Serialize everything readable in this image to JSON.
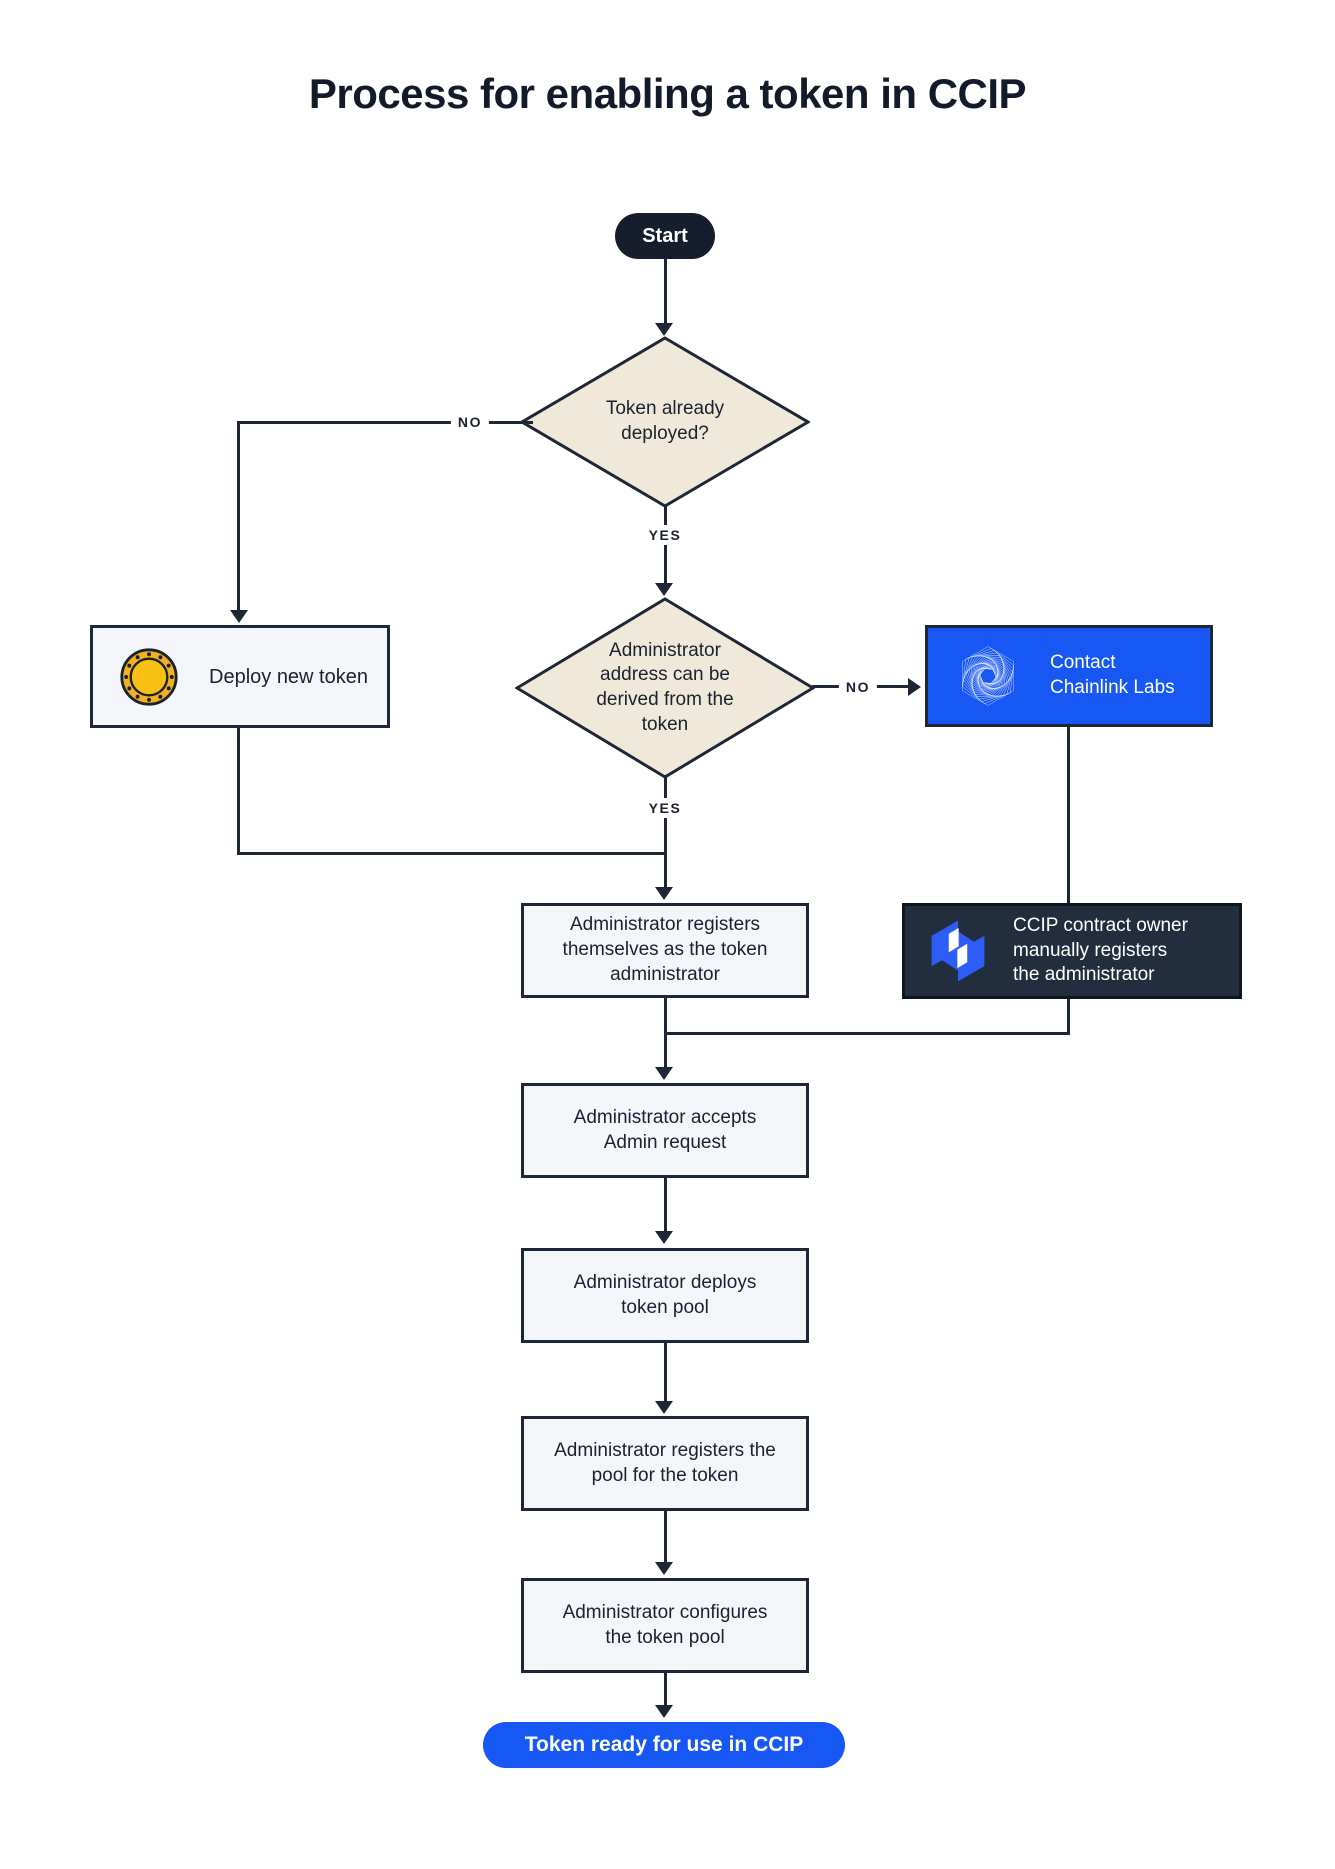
{
  "title": "Process for enabling a token in CCIP",
  "nodes": {
    "start": {
      "label": "Start"
    },
    "decision_token_deployed": {
      "label": "Token already deployed?"
    },
    "deploy_new_token": {
      "label": "Deploy new token",
      "icon": "token-coin-icon"
    },
    "decision_admin_derivable": {
      "label": "Administrator address can be derived from the token"
    },
    "contact_chainlink_labs": {
      "label": "Contact\nChainlink Labs",
      "icon": "chainlink-labs-logo"
    },
    "admin_registers": {
      "label": "Administrator registers themselves as the token administrator"
    },
    "ccip_owner_registers": {
      "label": "CCIP contract owner\nmanually registers\nthe administrator",
      "icon": "ccip-logo"
    },
    "admin_accepts": {
      "label": "Administrator accepts Admin request"
    },
    "admin_deploys_pool": {
      "label": "Administrator deploys token pool"
    },
    "admin_registers_pool": {
      "label": "Administrator registers the pool for the token"
    },
    "admin_configures_pool": {
      "label": "Administrator configures the token pool"
    },
    "end": {
      "label": "Token ready for use in CCIP"
    }
  },
  "edge_labels": {
    "decision1_no": "NO",
    "decision1_yes": "YES",
    "decision2_no": "NO",
    "decision2_yes": "YES"
  },
  "colors": {
    "ink": "#1e2736",
    "title": "#131a29",
    "diamond_fill": "#f0e9da",
    "process_fill": "#f4f6fa",
    "accent_blue": "#1757f3",
    "dark_panel": "#222d3d",
    "coin_gold": "#f2b11d",
    "ccip_hexagon_blue": "#2e5cf6",
    "background": "#ffffff"
  }
}
